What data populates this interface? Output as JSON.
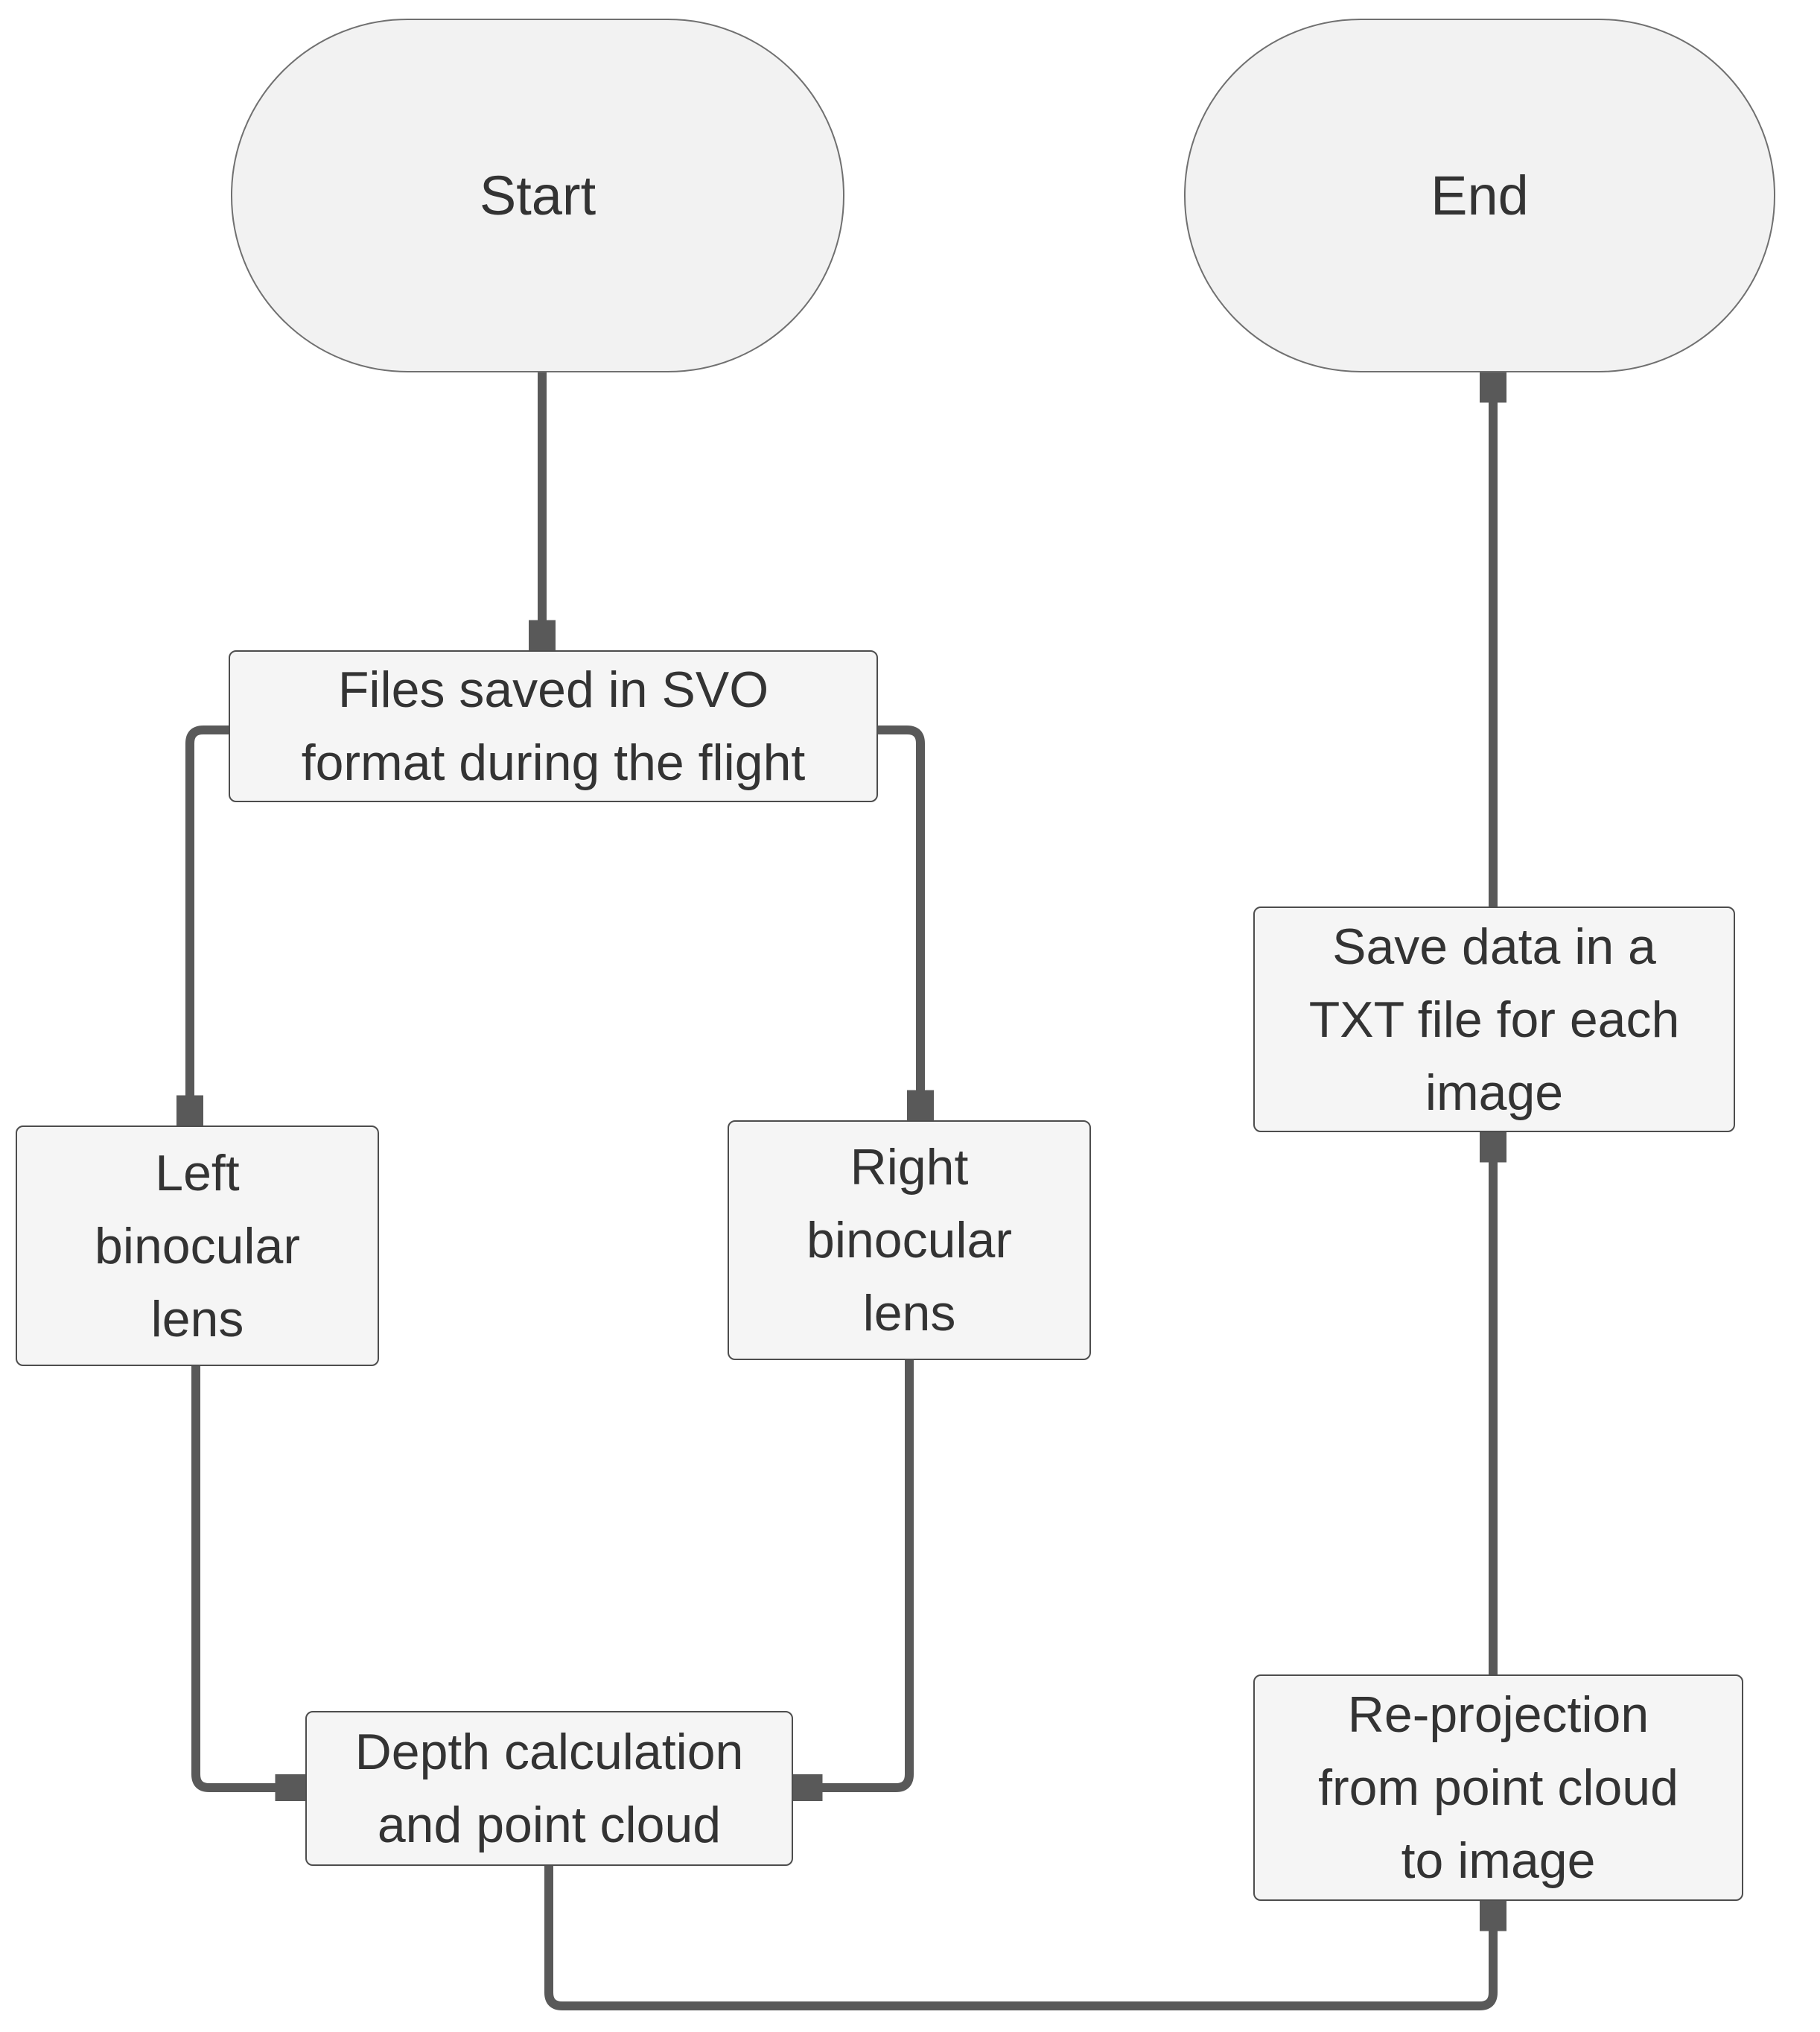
{
  "diagram": {
    "type": "flowchart",
    "background": "#ffffff",
    "colors": {
      "process_fill": "#f5f5f5",
      "process_border": "#4d4d4d",
      "terminator_fill": "#f2f2f2",
      "terminator_border": "#707070",
      "connector": "#595959",
      "text": "#333333"
    },
    "nodes": {
      "start": {
        "shape": "terminator",
        "label": "Start"
      },
      "end": {
        "shape": "terminator",
        "label": "End"
      },
      "files": {
        "shape": "process",
        "label": "Files saved in SVO format during the flight",
        "lines": [
          "Files saved in SVO",
          "format during the flight"
        ]
      },
      "left_lens": {
        "shape": "process",
        "label": "Left binocular lens",
        "lines": [
          "Left",
          "binocular",
          "lens"
        ]
      },
      "right_lens": {
        "shape": "process",
        "label": "Right binocular lens",
        "lines": [
          "Right",
          "binocular",
          "lens"
        ]
      },
      "depth": {
        "shape": "process",
        "label": "Depth calculation and point cloud",
        "lines": [
          "Depth calculation",
          "and point cloud"
        ]
      },
      "reprojection": {
        "shape": "process",
        "label": "Re-projection from point cloud to image",
        "lines": [
          "Re-projection",
          "from point cloud",
          "to image"
        ]
      },
      "save_txt": {
        "shape": "process",
        "label": "Save data in a TXT file for each image",
        "lines": [
          "Save data in a",
          "TXT file for each",
          "image"
        ]
      }
    },
    "edges": [
      {
        "from": "start",
        "to": "files"
      },
      {
        "from": "files",
        "to": "left_lens"
      },
      {
        "from": "files",
        "to": "right_lens"
      },
      {
        "from": "left_lens",
        "to": "depth"
      },
      {
        "from": "right_lens",
        "to": "depth"
      },
      {
        "from": "depth",
        "to": "reprojection"
      },
      {
        "from": "reprojection",
        "to": "save_txt"
      },
      {
        "from": "save_txt",
        "to": "end"
      }
    ]
  }
}
